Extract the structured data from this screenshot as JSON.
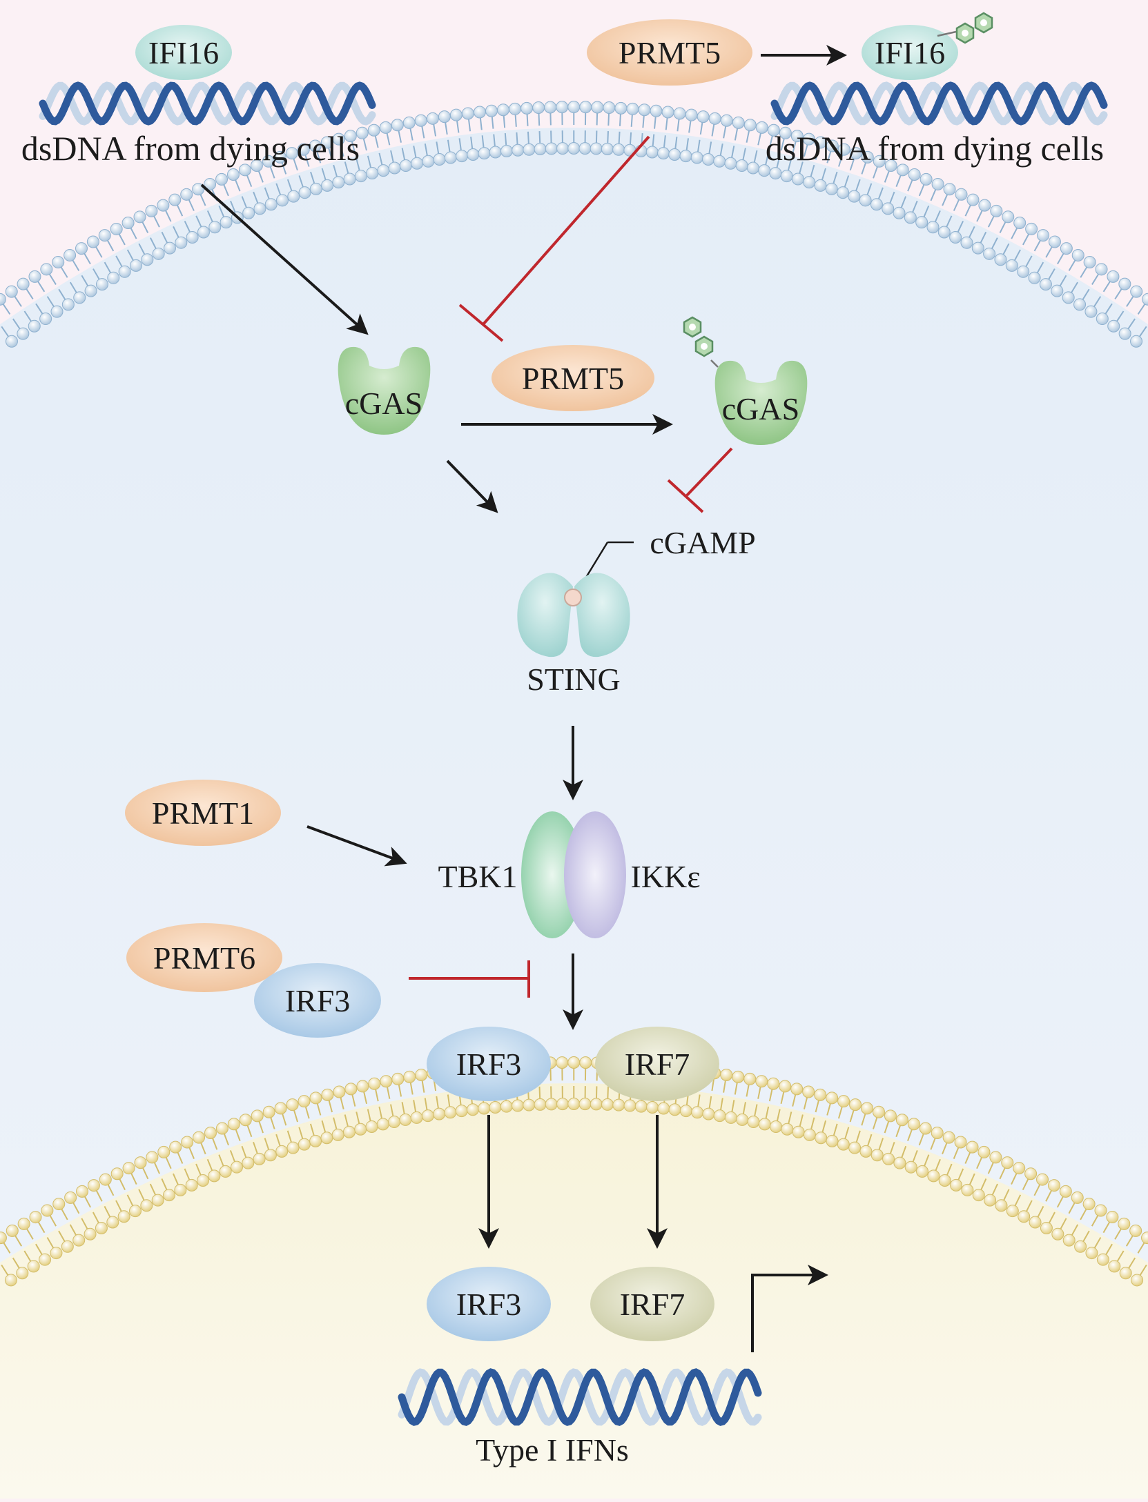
{
  "extracellular": {
    "left_protein": "IFI16",
    "left_dna_caption": "dsDNA from dying cells",
    "right_enzyme": "PRMT5",
    "right_protein": "IFI16",
    "right_dna_caption": "dsDNA from dying cells"
  },
  "cytoplasm": {
    "cgas_left": "cGAS",
    "prmt5_mid": "PRMT5",
    "cgas_right": "cGAS",
    "cgamp": "cGAMP",
    "sting": "STING",
    "prmt1": "PRMT1",
    "tbk1": "TBK1",
    "ikke": "IKKε",
    "prmt6": "PRMT6",
    "irf3_bound": "IRF3",
    "irf3": "IRF3",
    "irf7": "IRF7"
  },
  "nucleus": {
    "irf3": "IRF3",
    "irf7": "IRF7",
    "gene_caption": "Type I IFNs"
  },
  "colors": {
    "activation_arrow": "#1a1a1a",
    "inhibition_line": "#c0272d",
    "dna_strand": "#2e5a9c",
    "prmt": "#f3cfae",
    "cgas": "#9fcf95",
    "ifi16": "#c5e6e2",
    "irf3": "#bcd6ec",
    "irf7": "#dcddc0",
    "tbk1": "#9fd3b6",
    "ikke": "#c9c6e6",
    "cytoplasm": "#eef3fa",
    "nucleus": "#fbf8ec",
    "extracellular": "#fbf1f5"
  }
}
